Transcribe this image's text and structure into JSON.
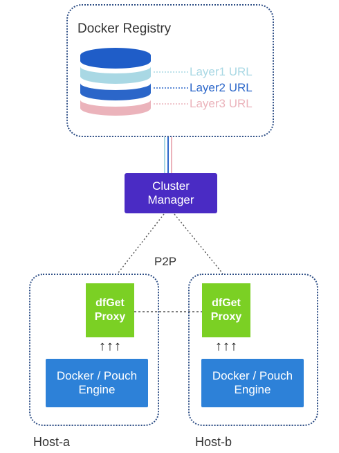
{
  "registry": {
    "title": "Docker Registry",
    "layers": [
      {
        "label": "Layer1 URL",
        "color": "#a9d8e4"
      },
      {
        "label": "Layer2 URL",
        "color": "#2b66c9"
      },
      {
        "label": "Layer3 URL",
        "color": "#ebb3bb"
      }
    ]
  },
  "cluster_manager": {
    "line1": "Cluster",
    "line2": "Manager",
    "color": "#4a2bc4"
  },
  "p2p_label": "P2P",
  "hosts": [
    {
      "name": "Host-a",
      "proxy": {
        "line1": "dfGet",
        "line2": "Proxy"
      },
      "arrows": "↑↑↑",
      "engine": {
        "line1": "Docker / Pouch",
        "line2": "Engine"
      }
    },
    {
      "name": "Host-b",
      "proxy": {
        "line1": "dfGet",
        "line2": "Proxy"
      },
      "arrows": "↑↑↑",
      "engine": {
        "line1": "Docker / Pouch",
        "line2": "Engine"
      }
    }
  ],
  "colors": {
    "border": "#2f4f86",
    "proxy": "#7bd024",
    "engine": "#2d81d8"
  }
}
